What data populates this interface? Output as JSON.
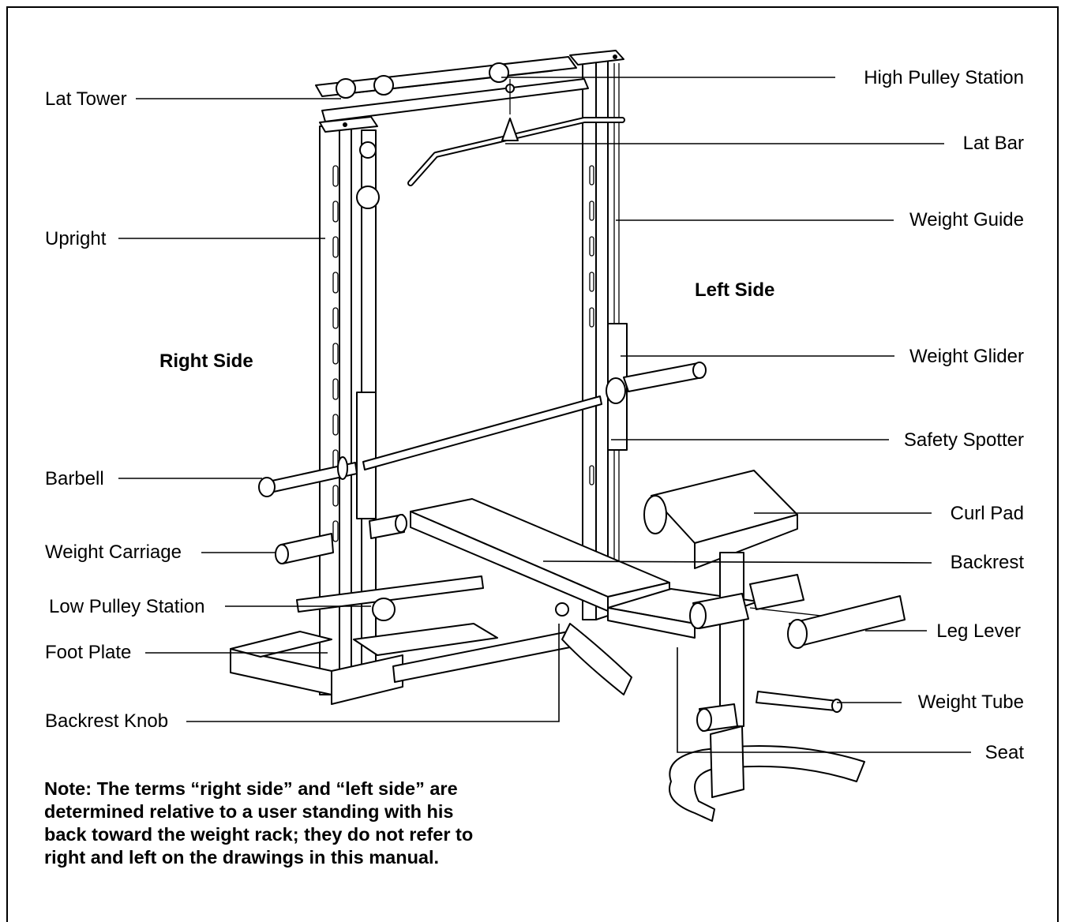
{
  "labels_left": {
    "lat_tower": "Lat Tower",
    "upright": "Upright",
    "barbell": "Barbell",
    "weight_carriage": "Weight Carriage",
    "low_pulley_station": "Low Pulley Station",
    "foot_plate": "Foot Plate",
    "backrest_knob": "Backrest Knob"
  },
  "labels_right": {
    "high_pulley_station": "High Pulley Station",
    "lat_bar": "Lat Bar",
    "weight_guide": "Weight Guide",
    "weight_glider": "Weight Glider",
    "safety_spotter": "Safety Spotter",
    "curl_pad": "Curl Pad",
    "backrest": "Backrest",
    "leg_lever": "Leg Lever",
    "weight_tube": "Weight Tube",
    "seat": "Seat"
  },
  "sides": {
    "right": "Right Side",
    "left": "Left Side"
  },
  "note": [
    "Note: The terms “right side” and “left side” are",
    "determined relative to a user standing with his",
    "back toward the weight rack; they do not refer to",
    "right and left on the drawings in this manual."
  ]
}
